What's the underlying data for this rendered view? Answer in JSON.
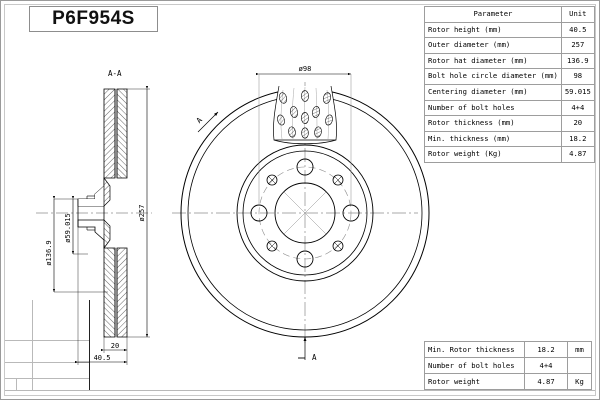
{
  "drawing": {
    "part_number": "P6F954S",
    "section_label": "A-A",
    "section_mark_top": "A",
    "section_mark_bottom": "A",
    "dimensions": {
      "bolt_circle": "ø98",
      "rotor_hat_diameter": "ø136.9",
      "centering_diameter": "ø59.015",
      "outer_diameter": "ø257",
      "rotor_thickness": "20",
      "rotor_height": "40.5"
    }
  },
  "param_table": {
    "headers": [
      "Parameter",
      "Unit"
    ],
    "rows": [
      {
        "parameter": "Rotor height (mm)",
        "unit": "40.5"
      },
      {
        "parameter": "Outer diameter (mm)",
        "unit": "257"
      },
      {
        "parameter": "Rotor hat diameter (mm)",
        "unit": "136.9"
      },
      {
        "parameter": "Bolt hole circle diameter (mm)",
        "unit": "98"
      },
      {
        "parameter": "Centering diameter (mm)",
        "unit": "59.015"
      },
      {
        "parameter": "Number of bolt holes",
        "unit": "4+4"
      },
      {
        "parameter": "Rotor thickness (mm)",
        "unit": "20"
      },
      {
        "parameter": "Min. thickness (mm)",
        "unit": "18.2"
      },
      {
        "parameter": "Rotor weight (Kg)",
        "unit": "4.87"
      }
    ]
  },
  "summary_table": {
    "rows": [
      {
        "label": "Min. Rotor thickness",
        "value": "18.2",
        "unit": "mm"
      },
      {
        "label": "Number of bolt holes",
        "value": "4+4",
        "unit": ""
      },
      {
        "label": "Rotor weight",
        "value": "4.87",
        "unit": "Kg"
      }
    ]
  },
  "colors": {
    "line": "#000000",
    "frame": "#9a9a9a",
    "center_line": "#8c8c8c",
    "background": "#ffffff"
  }
}
